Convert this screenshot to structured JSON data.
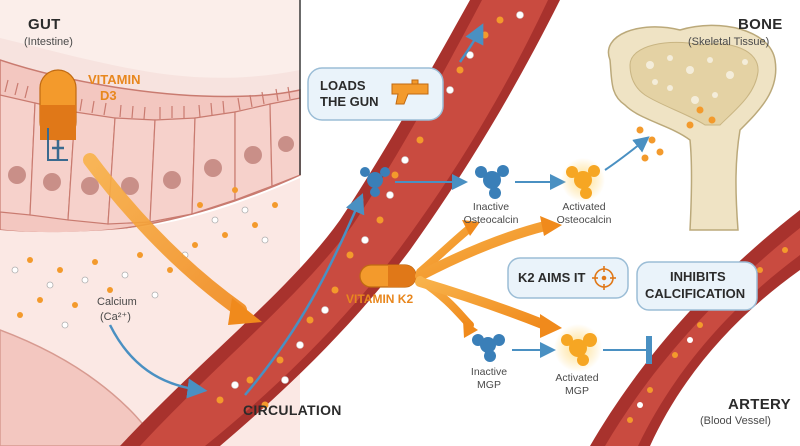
{
  "gut": {
    "title": "GUT",
    "subtitle": "(Intestine)"
  },
  "vitamin_d3": {
    "line1": "VITAMIN",
    "line2": "D3"
  },
  "calcium": {
    "line1": "Calcium",
    "line2": "(Ca²⁺)"
  },
  "loads_gun": {
    "line1": "LOADS",
    "line2": "THE GUN"
  },
  "circulation": "CIRCULATION",
  "bone": {
    "title": "BONE",
    "subtitle": "(Skeletal Tissue)"
  },
  "osteocalcin_inactive": {
    "line1": "Inactive",
    "line2": "Osteocalcin"
  },
  "osteocalcin_active": {
    "line1": "Activated",
    "line2": "Osteocalcin"
  },
  "vitamin_k2": "VITAMIN K2",
  "k2_aims": "K2 AIMS IT",
  "inhibits": {
    "line1": "INHIBITS",
    "line2": "CALCIFICATION"
  },
  "mgp_inactive": {
    "line1": "Inactive",
    "line2": "MGP"
  },
  "mgp_active": {
    "line1": "Activated",
    "line2": "MGP"
  },
  "artery": {
    "title": "ARTERY",
    "subtitle": "(Blood Vessel)"
  },
  "colors": {
    "vessel": "#a8322d",
    "vessel_inner": "#c94b40",
    "calcium_orange": "#f39a2c",
    "molecule_blue": "#3a7fb8",
    "activated_orange": "#f6a623",
    "gut_tissue": "#f6d4cf",
    "bone": "#f1e6c7",
    "arrow_blue": "#4a90c2"
  }
}
